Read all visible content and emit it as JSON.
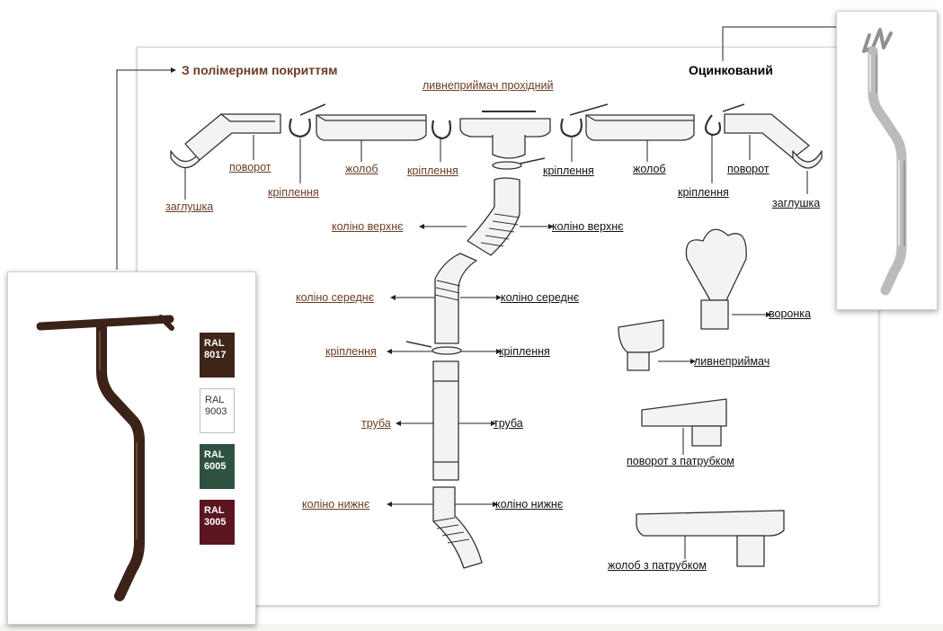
{
  "colors": {
    "polymer_label": "#6b3d24",
    "zinc_label": "#111111",
    "polymer_pipe": "#3b231a",
    "galvanized": "#b9bbbd"
  },
  "headings": {
    "polymer": "З полімерним покриттям",
    "zinc": "Оцинкований"
  },
  "labels": {
    "vodozbirnyk_prokhidnyi": "ливнеприймач прохідний",
    "zaglushka_left": "заглушка",
    "povorot_left": "поворот",
    "kriplennia_left": "кріплення",
    "zholob_left": "жолоб",
    "kriplennia_center_left": "кріплення",
    "kriplennia_center_right": "кріплення",
    "zholob_right": "жолоб",
    "kriplennia_right": "кріплення",
    "povorot_right": "поворот",
    "zaglushka_right": "заглушка",
    "kolino_verkhnie_left": "коліно верхнє",
    "kolino_verkhnie_right": "коліно верхнє",
    "kolino_serednie_left": "коліно середнє",
    "kolino_serednie_right": "коліно середнє",
    "kriplennia_pipe_left": "кріплення",
    "kriplennia_pipe_right": "кріплення",
    "truba_left": "труба",
    "truba_right": "труба",
    "kolino_nyzhnie_left": "коліно нижнє",
    "kolino_nyzhnie_right": "коліно нижнє",
    "voronka": "воронка",
    "vodozbirnyk": "ливнеприймач",
    "povorot_z_patrubkom": "поворот з патрубком",
    "zholob_z_patrubkom": "жолоб з патрубком"
  },
  "swatches": [
    {
      "line1": "RAL",
      "line2": "8017",
      "color": "#3f2418"
    },
    {
      "line1": "RAL",
      "line2": "9003",
      "color": "#ffffff"
    },
    {
      "line1": "RAL",
      "line2": "6005",
      "color": "#2f5240"
    },
    {
      "line1": "RAL",
      "line2": "3005",
      "color": "#5a1520"
    }
  ]
}
